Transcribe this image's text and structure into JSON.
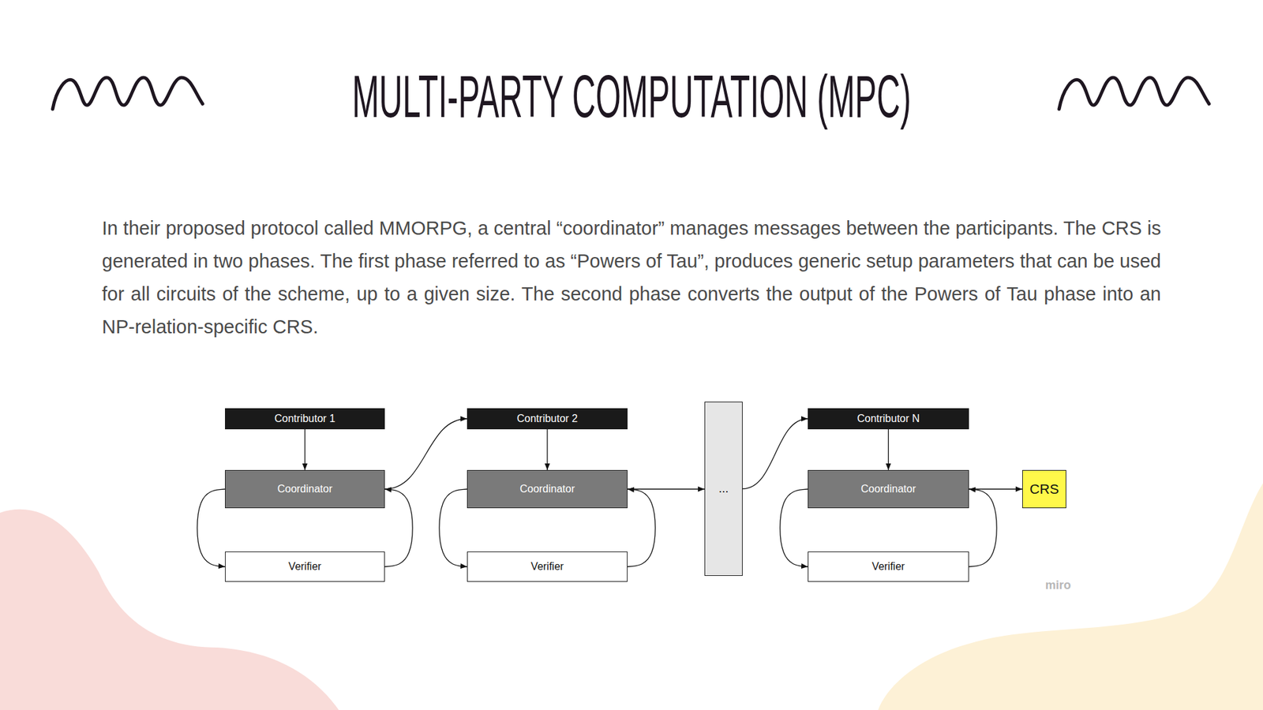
{
  "diagram": {
    "title": "MULTI-PARTY COMPUTATION (MPC)",
    "nodes": [
      {
        "text": [
          "Contributor 1"
        ]
      },
      {
        "text": [
          "Coordinator"
        ]
      },
      {
        "text": [
          "Verifier"
        ]
      },
      {
        "text": [
          "Contributor 2"
        ]
      },
      {
        "text": [
          "Coordinator"
        ]
      },
      {
        "text": [
          "Verifier"
        ]
      },
      {
        "text": [
          "..."
        ]
      },
      {
        "text": [
          "Contributor N"
        ]
      },
      {
        "text": [
          "Coordinator"
        ]
      },
      {
        "text": [
          "Verifier"
        ]
      },
      {
        "text": [
          "CRS"
        ]
      }
    ],
    "edges": [
      {
        "from": 0,
        "to": 1,
        "arrow": "to"
      },
      {
        "from": 1,
        "to": 2,
        "arrow": "to"
      },
      {
        "from": 2,
        "to": 1,
        "arrow": "to"
      },
      {
        "from": 1,
        "to": 3,
        "arrow": "to"
      },
      {
        "from": 3,
        "to": 4,
        "arrow": "to"
      },
      {
        "from": 4,
        "to": 5,
        "arrow": "to"
      },
      {
        "from": 5,
        "to": 4,
        "arrow": "to"
      },
      {
        "from": 4,
        "to": 6,
        "arrow": "to"
      },
      {
        "from": 6,
        "to": 7,
        "arrow": "to"
      },
      {
        "from": 7,
        "to": 8,
        "arrow": "to"
      },
      {
        "from": 8,
        "to": 9,
        "arrow": "to"
      },
      {
        "from": 9,
        "to": 8,
        "arrow": "to"
      },
      {
        "from": 8,
        "to": 10,
        "arrow": "to"
      }
    ],
    "labels": [
      "In their proposed protocol called MMORPG, a central “coordinator” manages messages between the participants. The CRS is generated in two phases. The first phase referred to as “Powers of Tau”, produces generic setup parameters that can be used for all circuits of the scheme, up to a given size. The second phase converts the output of the Powers of Tau phase into an NP-relation-specific CRS.",
      "miro"
    ]
  }
}
